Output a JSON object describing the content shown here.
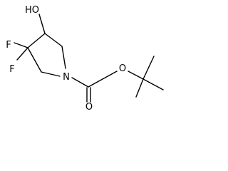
{
  "molecule": {
    "atoms": {
      "oh": "HO",
      "f_top": "F",
      "f_bottom": "F",
      "n": "N",
      "o_ester": "O",
      "o_carbonyl": "O"
    }
  }
}
